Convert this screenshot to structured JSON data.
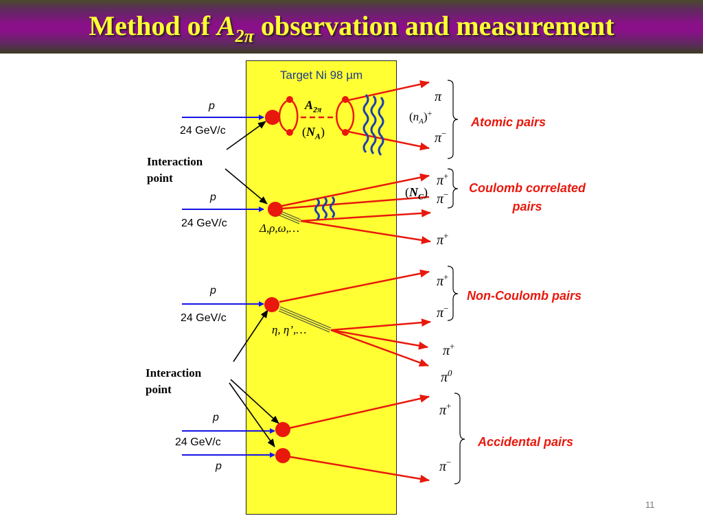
{
  "title": {
    "prefix": "Method of ",
    "symbol": "A",
    "subscript": "2π",
    "suffix": " observation and measurement"
  },
  "target_label": "Target Ni 98 µm",
  "beam": {
    "particle": "p",
    "momentum": "24 GeV/c"
  },
  "interaction_point_label": [
    "Interaction",
    "point"
  ],
  "atom": {
    "name": "A",
    "name_sub": "2π",
    "count_open": "(",
    "count_symbol": "N",
    "count_sub": "A",
    "count_close": ")"
  },
  "atomic_pion_labels": {
    "top": "π",
    "mid_open": "(",
    "mid_symbol": "n",
    "mid_sub": "A",
    "mid_close": ")",
    "mid_sup": "+",
    "bottom": "π",
    "bottom_sup": "−"
  },
  "coulomb": {
    "count_open": "(",
    "count_symbol": "N",
    "count_sub": "C",
    "count_close": ")",
    "resonances": "Δ,ρ,ω,…"
  },
  "noncoulomb": {
    "resonances": "η, η’,…"
  },
  "pions": {
    "pi": "π",
    "plus": "+",
    "minus": "−",
    "zero": "0"
  },
  "categories": {
    "atomic": "Atomic pairs",
    "coulomb_line1": "Coulomb correlated",
    "coulomb_line2": "pairs",
    "noncoulomb": "Non-Coulomb pairs",
    "accidental": "Accidental pairs"
  },
  "page_number": "11",
  "colors": {
    "title_text": "#ffff33",
    "banner": "#8a108a",
    "target": "#ffff33",
    "beam": "#1414e6",
    "track": "#e8180c",
    "wave": "#1e40af",
    "label_red": "#e8180c"
  }
}
